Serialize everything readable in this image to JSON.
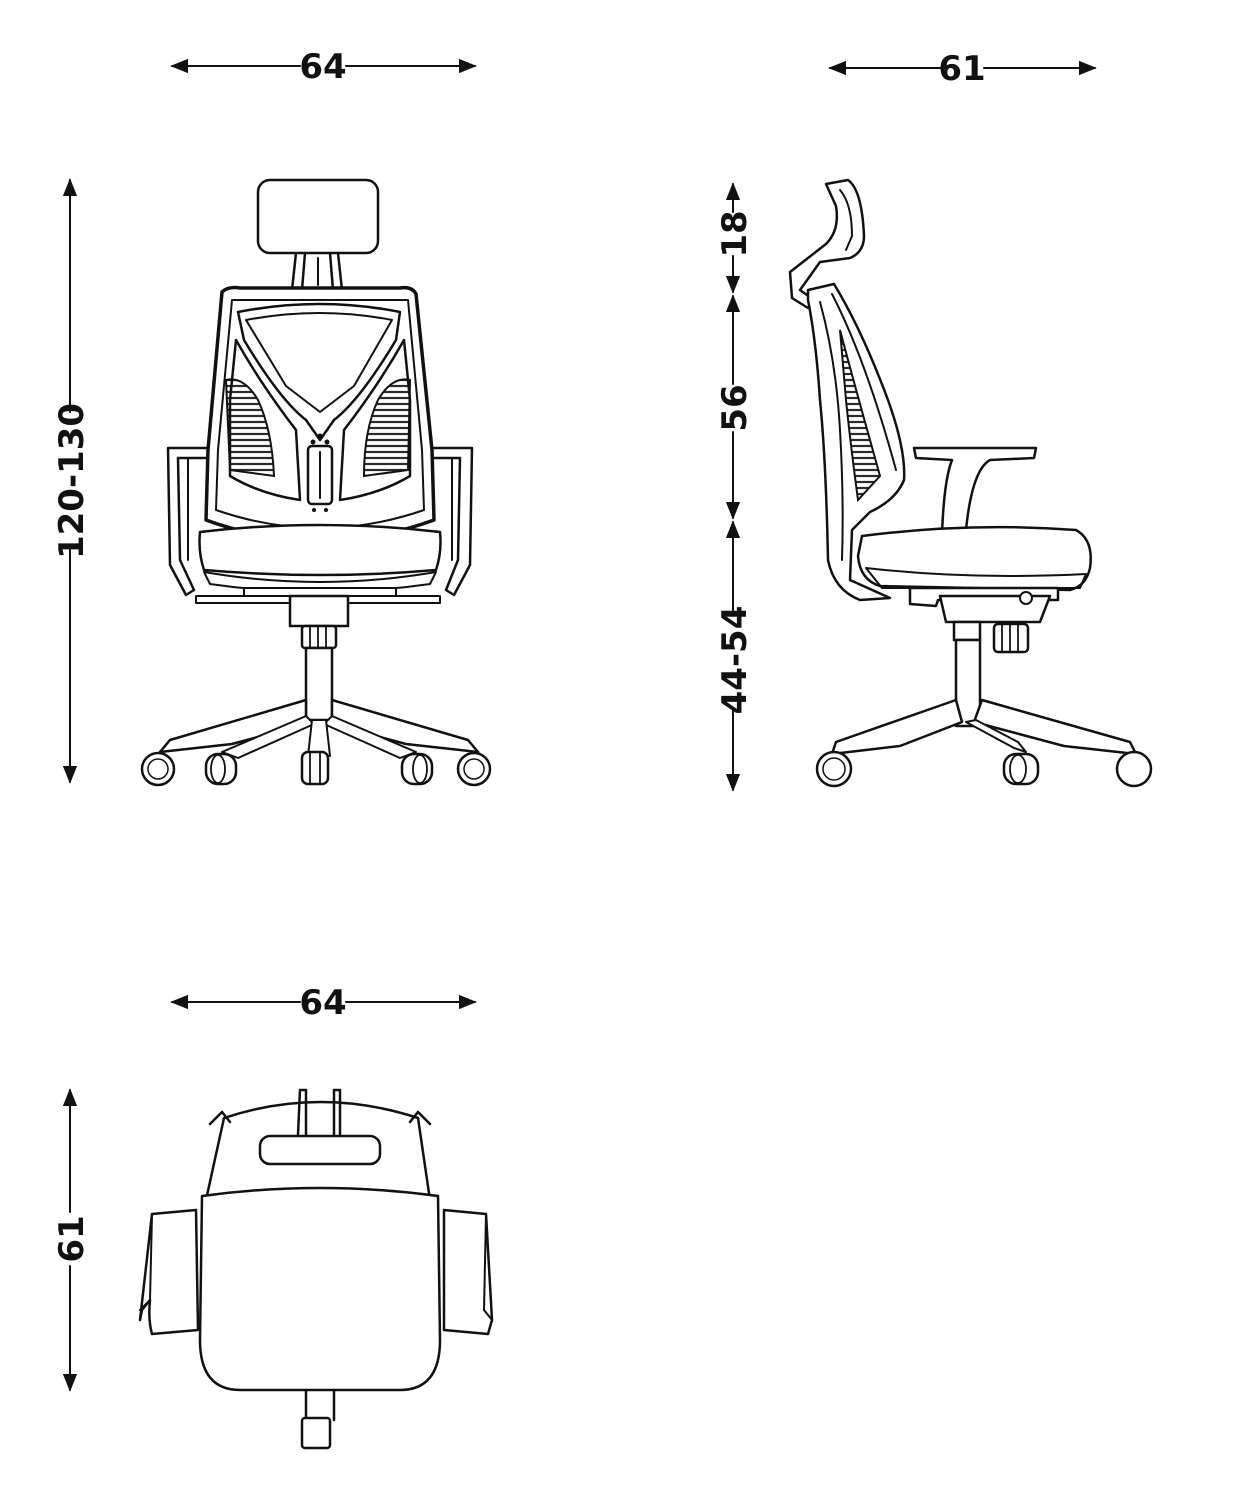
{
  "diagram": {
    "front_view": {
      "width_label": "64",
      "height_label": "120-130"
    },
    "side_view": {
      "depth_label": "61",
      "headrest_label": "18",
      "backrest_label": "56",
      "seat_height_label": "44-54"
    },
    "top_view": {
      "width_label": "64",
      "depth_label": "61"
    },
    "colors": {
      "line": "#111111",
      "background": "#ffffff",
      "mesh": "#2a2a2a"
    }
  }
}
